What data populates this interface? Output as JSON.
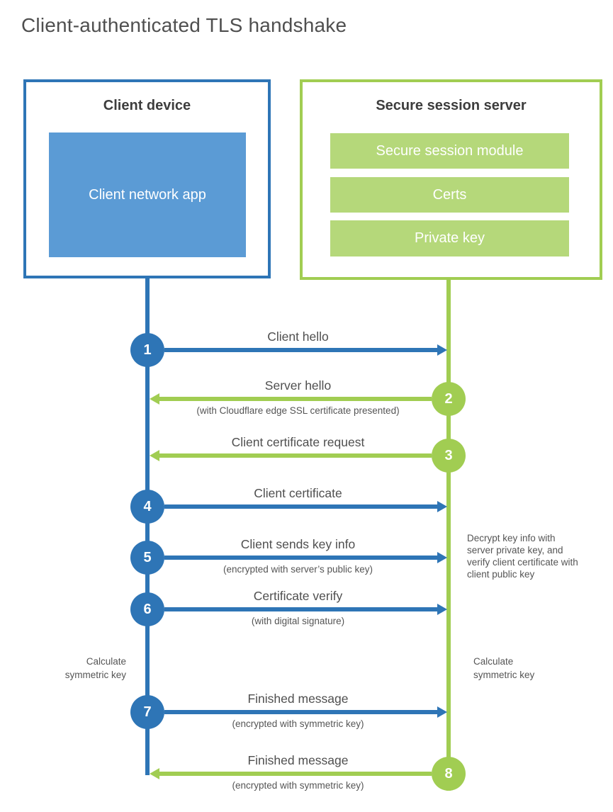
{
  "title": "Client-authenticated TLS handshake",
  "colors": {
    "blue": "#2e75b6",
    "blue_light": "#5b9bd5",
    "green": "#a1cd52",
    "green_light": "#b5d87a"
  },
  "client": {
    "title": "Client device",
    "app_label": "Client network app"
  },
  "server": {
    "title": "Secure session server",
    "modules": [
      "Secure session module",
      "Certs",
      "Private key"
    ]
  },
  "steps": [
    {
      "num": "1",
      "actor": "client",
      "direction": "ltr",
      "label": "Client hello",
      "sub": ""
    },
    {
      "num": "2",
      "actor": "server",
      "direction": "rtl",
      "label": "Server hello",
      "sub": "(with Cloudflare edge SSL certificate presented)"
    },
    {
      "num": "3",
      "actor": "server",
      "direction": "rtl",
      "label": "Client certificate request",
      "sub": ""
    },
    {
      "num": "4",
      "actor": "client",
      "direction": "ltr",
      "label": "Client certificate",
      "sub": ""
    },
    {
      "num": "5",
      "actor": "client",
      "direction": "ltr",
      "label": "Client sends key info",
      "sub": "(encrypted with server’s public key)"
    },
    {
      "num": "6",
      "actor": "client",
      "direction": "ltr",
      "label": "Certificate verify",
      "sub": "(with digital signature)"
    },
    {
      "num": "7",
      "actor": "client",
      "direction": "ltr",
      "label": "Finished message",
      "sub": "(encrypted with symmetric key)"
    },
    {
      "num": "8",
      "actor": "server",
      "direction": "rtl",
      "label": "Finished message",
      "sub": "(encrypted with symmetric key)"
    }
  ],
  "notes": {
    "calculate_left": "Calculate symmetric key",
    "calculate_right": "Calculate symmetric key",
    "decrypt": "Decrypt key info with server private key, and verify client certificate with client public key"
  }
}
